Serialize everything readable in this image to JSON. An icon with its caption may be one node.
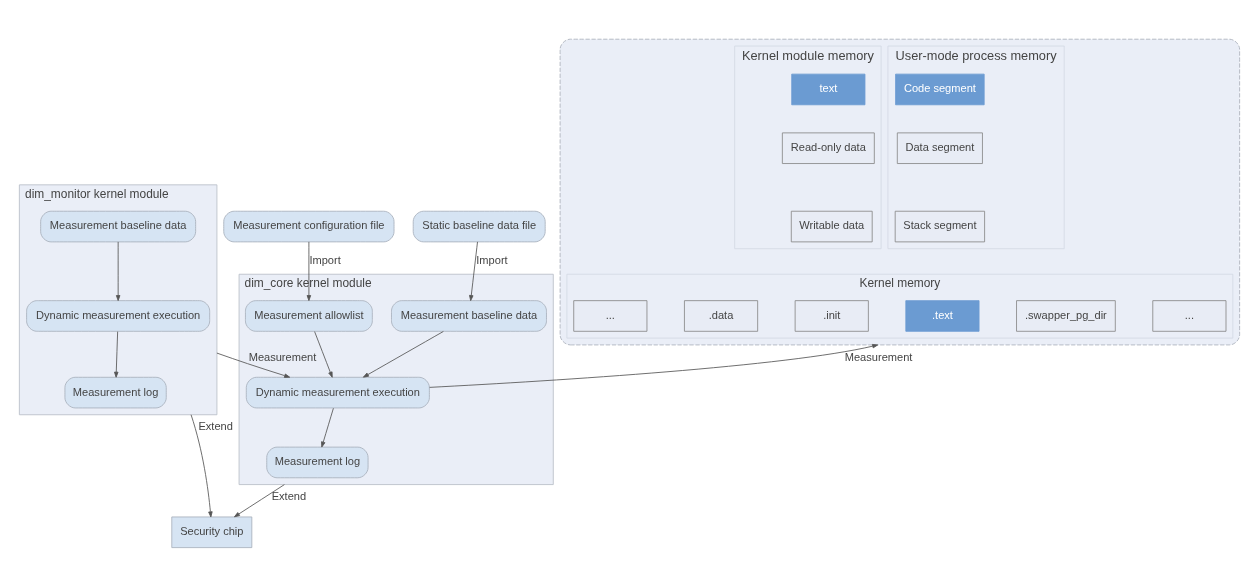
{
  "diagram": {
    "nodes": [
      {
        "text": [],
        "shape": "box"
      },
      {
        "text": [
          "User-mode process memory"
        ],
        "in": 0
      },
      {
        "text": [
          "Code segment"
        ],
        "in": 1
      },
      {
        "text": [
          "Data segment"
        ],
        "in": 1
      },
      {
        "text": [
          "Stack segment"
        ],
        "in": 1
      },
      {
        "text": [
          "Kernel module memory"
        ],
        "in": 0
      },
      {
        "text": [
          "text"
        ],
        "in": 5
      },
      {
        "text": [
          "Read-only data"
        ],
        "in": 5
      },
      {
        "text": [
          "Writable data"
        ],
        "in": 5
      },
      {
        "text": [
          "Kernel memory"
        ],
        "in": 0
      },
      {
        "text": [
          "..."
        ],
        "in": 9
      },
      {
        "text": [
          ".data"
        ],
        "in": 9
      },
      {
        "text": [
          ".init"
        ],
        "in": 9
      },
      {
        "text": [
          ".text"
        ],
        "in": 9
      },
      {
        "text": [
          ".swapper_pg_dir"
        ],
        "in": 9
      },
      {
        "text": [
          "..."
        ],
        "in": 9
      },
      {
        "text": [
          "dim_core kernel module"
        ]
      },
      {
        "text": [
          "Static baseline data file"
        ]
      },
      {
        "text": [
          "Measurement configuration file"
        ]
      },
      {
        "text": [
          "Measurement baseline data"
        ],
        "in": 16
      },
      {
        "text": [
          "Measurement allowlist"
        ],
        "in": 16
      },
      {
        "text": [
          "Dynamic measurement execution"
        ],
        "in": 16
      },
      {
        "text": [
          "Measurement log"
        ],
        "in": 16
      },
      {
        "text": [
          "dim_monitor kernel module"
        ]
      },
      {
        "text": [
          "Dynamic measurement execution"
        ],
        "in": 23
      },
      {
        "text": [
          "Measurement baseline data"
        ],
        "in": 23
      },
      {
        "text": [
          "Measurement log"
        ],
        "in": 23
      },
      {
        "text": [
          "Security chip"
        ]
      }
    ],
    "edges": [
      {
        "from": 17,
        "to": 19,
        "arrow": "to",
        "label": "Import"
      },
      {
        "from": 18,
        "to": 20,
        "arrow": "to",
        "label": "Import"
      },
      {
        "from": 19,
        "to": 21,
        "arrow": "to"
      },
      {
        "from": 20,
        "to": 21,
        "arrow": "to"
      },
      {
        "from": 21,
        "to": 22,
        "arrow": "to"
      },
      {
        "from": 21,
        "to": 0,
        "arrow": "to",
        "label": "Measurement"
      },
      {
        "from": 23,
        "to": 21,
        "arrow": "to",
        "label": "Measurement"
      },
      {
        "from": 25,
        "to": 24,
        "arrow": "to"
      },
      {
        "from": 24,
        "to": 26,
        "arrow": "to"
      },
      {
        "from": 16,
        "to": 27,
        "arrow": "to",
        "label": "Extend"
      },
      {
        "from": 23,
        "to": 27,
        "arrow": "to",
        "label": "Extend"
      }
    ]
  }
}
